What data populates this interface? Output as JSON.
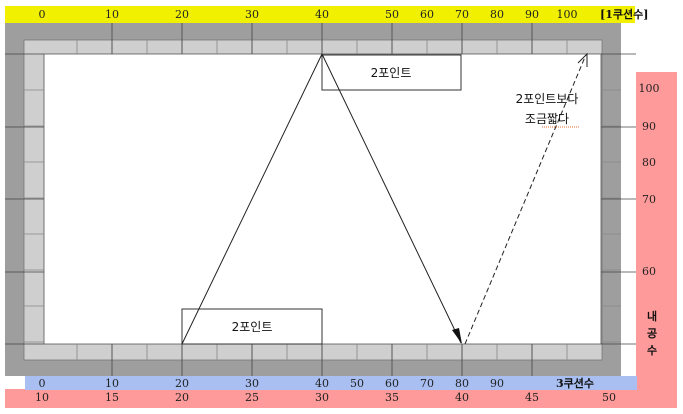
{
  "scales": {
    "top": {
      "title": "[1쿠션수]",
      "ticks": [
        "0",
        "10",
        "20",
        "30",
        "40",
        "50",
        "60",
        "70",
        "80",
        "90",
        "100"
      ]
    },
    "right": {
      "title_chars": [
        "내",
        "공",
        "수"
      ],
      "ticks": [
        "100",
        "90",
        "80",
        "70",
        "60"
      ]
    },
    "bottom_blue": {
      "title": "3쿠션수",
      "ticks": [
        "0",
        "10",
        "20",
        "30",
        "40",
        "50",
        "60",
        "70",
        "80",
        "90"
      ]
    },
    "bottom_pink": {
      "ticks": [
        "10",
        "15",
        "20",
        "25",
        "30",
        "35",
        "40",
        "45",
        "50"
      ]
    }
  },
  "annotations": {
    "top_box": "2포인트",
    "bottom_box": "2포인트",
    "note_line1": "2포인트보다",
    "note_line2": "조금짧다"
  },
  "colors": {
    "yellow": "#f0f000",
    "blue": "#a9bff2",
    "pink": "#ff9a9a",
    "rail": "#9e9e9e",
    "cushion": "#cfcfcf",
    "table": "#ffffff"
  }
}
